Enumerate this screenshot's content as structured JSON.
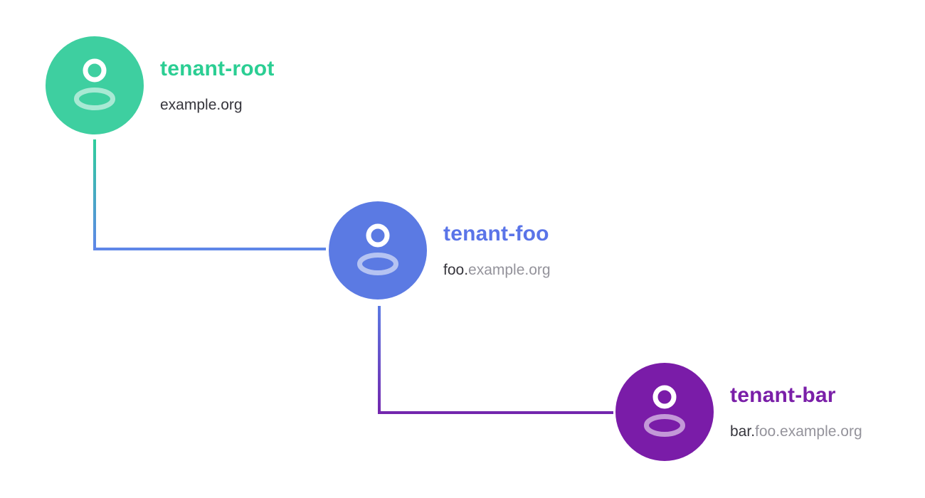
{
  "diagram": {
    "background_color": "#ffffff",
    "nodes": [
      {
        "id": "tenant-root",
        "label": "tenant-root",
        "domain_dark": "example.org",
        "domain_gray": "",
        "circle_color": "#3ECFA0",
        "label_color": "#2BCE93",
        "icon": "user-icon"
      },
      {
        "id": "tenant-foo",
        "label": "tenant-foo",
        "domain_dark": "foo.",
        "domain_gray": "example.org",
        "circle_color": "#5B7AE3",
        "label_color": "#5A74E8",
        "icon": "user-icon"
      },
      {
        "id": "tenant-bar",
        "label": "tenant-bar",
        "domain_dark": "bar.",
        "domain_gray": "foo.example.org",
        "circle_color": "#7A1CA8",
        "label_color": "#7A1FA8",
        "icon": "user-icon"
      }
    ],
    "edges": [
      {
        "from": "tenant-root",
        "to": "tenant-foo",
        "color_start": "#2FCE9B",
        "color_end": "#5E86E8"
      },
      {
        "from": "tenant-foo",
        "to": "tenant-bar",
        "color_start": "#5B7AE3",
        "color_end": "#7327AE"
      }
    ],
    "text_colors": {
      "domain_dark": "#36353C",
      "domain_gray": "#94939B"
    }
  }
}
